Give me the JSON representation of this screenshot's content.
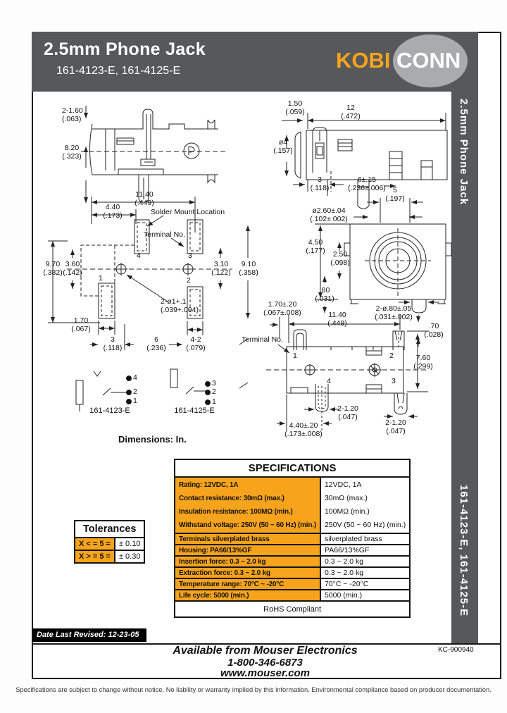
{
  "colors": {
    "header_gray": "#57585a",
    "accent_orange": "#f7a41c",
    "logo_ellipse_gray": "#a9abac"
  },
  "header": {
    "title": "2.5mm Phone Jack",
    "subtitle": "161-4123-E, 161-4125-E",
    "logo_kobi": "KOBI",
    "logo_conn": "CONN"
  },
  "sidebar": {
    "top_text": "2.5mm Phone Jack",
    "bottom_text": "161-4123-E, 161-4125-E"
  },
  "drawings": {
    "dims": {
      "a1": "2-1.60\n(.063)",
      "a2": "8.20\n(.323)",
      "b1": "1.50\n(.059)",
      "b2": "12\n(.472)",
      "b3": "ø4\n(.157)",
      "b4": "3\n(.118)",
      "b5": "6±.15\n(.236±.006)",
      "c1": "11.40\n(.449)",
      "c2": "4.40\n(.173)",
      "c3": "9.70\n(.382)",
      "c4": "3.60\n(.142)",
      "c5": "3.10\n(.122)",
      "c6": "9.10\n(.358)",
      "c7": "2-ø1+.1\n(.039+.004)",
      "c8": "1.70\n(.067)",
      "c9": "3\n(.118)",
      "c10": "6\n(.236)",
      "c11": "4-2\n(.079)",
      "d1": "5\n(.197)",
      "d2": "ø2.60±.04\n(.102±.002)",
      "d3": "4.50\n(.177)",
      "d4": "2.50\n(.098)",
      "d5": ".80\n(.031)",
      "d6": "2-ø.80±.05\n(.031±.002)",
      "e1": "1.70±.20\n(.067±.008)",
      "e2": "11.40\n(.449)",
      "e3": ".70\n(.028)",
      "e4": "7.60\n(.299)",
      "e5": "2-1.20\n(.047)",
      "e6": "4.40±.20\n(.173±.008)",
      "e7": "2-1.20\n(.047)"
    },
    "labels": {
      "solder_mount": "Solder Mount Location",
      "terminal_no": "Terminal No.",
      "dimensions_note": "Dimensions: In."
    },
    "terminal_numbers": {
      "n1": "1",
      "n2": "2",
      "n3": "3",
      "n4": "4"
    },
    "schematics": [
      {
        "name": "161-4123-E",
        "pins": [
          "4",
          "2",
          "1"
        ]
      },
      {
        "name": "161-4125-E",
        "pins": [
          "3",
          "2",
          "1"
        ]
      }
    ]
  },
  "tolerances": {
    "title": "Tolerances",
    "rows": [
      {
        "cond": "X < = 5 =",
        "val": "± 0.10"
      },
      {
        "cond": "X > = 5 =",
        "val": "± 0.30"
      }
    ]
  },
  "specifications": {
    "title": "SPECIFICATIONS",
    "rows": [
      {
        "label": "Rating: 12VDC, 1A",
        "value": "12VDC, 1A"
      },
      {
        "label": "Contact resistance:  30mΩ (max.)",
        "value": "30mΩ (max.)"
      },
      {
        "label": "Insulation resistance:  100MΩ (min.)",
        "value": "100MΩ (min.)"
      },
      {
        "label": "Withstand voltage:  250V (50 ~ 60 Hz) (min.)",
        "value": "250V (50 ~ 60 Hz) (min.)"
      },
      {
        "label": "Terminals silverplated brass",
        "value": "silverplated brass"
      },
      {
        "label": "Housing: PA66/13%GF",
        "value": "PA66/13%GF"
      },
      {
        "label": "Insertion force: 0.3 ~ 2.0 kg",
        "value": "0.3 ~ 2.0 kg"
      },
      {
        "label": "Extraction force: 0.3 ~ 2.0 kg",
        "value": "0.3 ~ 2.0 kg"
      },
      {
        "label": "Temperature range: 70°C ~ -20°C",
        "value": "70°C ~ -20°C"
      },
      {
        "label": "Life cycle: 5000 (min.)",
        "value": "5000 (min.)"
      }
    ],
    "footer": "RoHS Compliant"
  },
  "footer": {
    "date_revised": "Date Last Revised:  12-23-05",
    "mouser_line1": "Available from Mouser Electronics",
    "mouser_line2": "1-800-346-6873",
    "mouser_line3": "www.mouser.com",
    "doc_code": "KC-900940",
    "disclaimer": "Specifications are subject to change without notice. No liability or warranty implied by this information. Environmental compliance based on producer documentation."
  }
}
